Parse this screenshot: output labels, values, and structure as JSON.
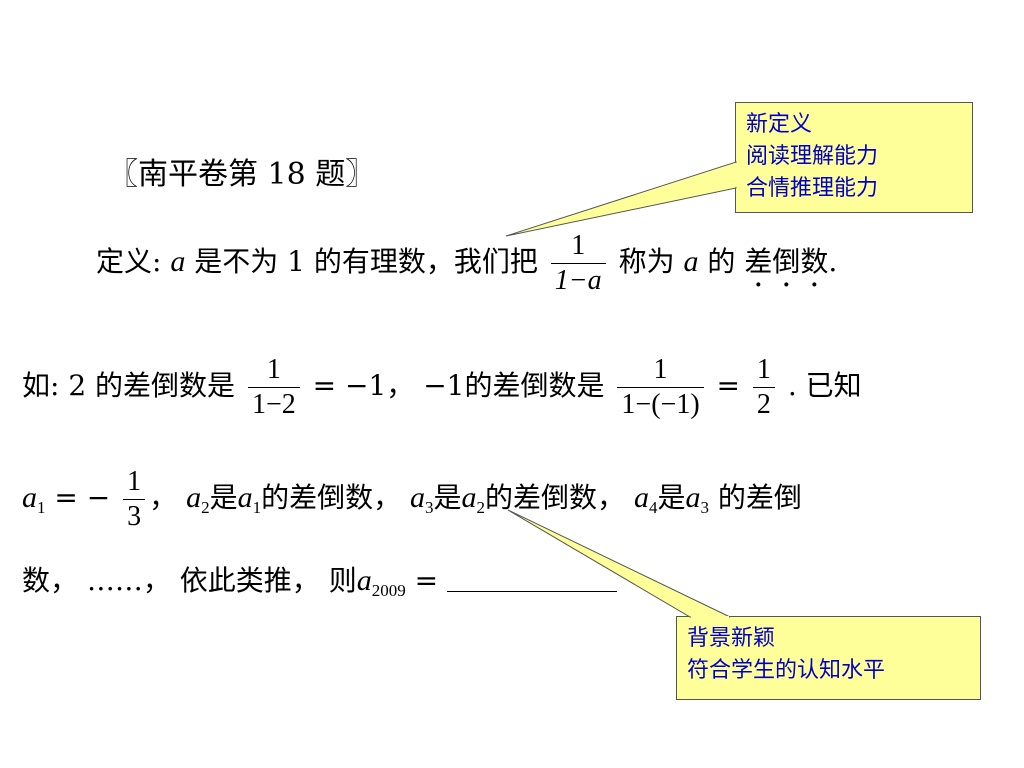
{
  "problem": {
    "title": "〖南平卷第 18 题〗",
    "line1": {
      "p1": "定义:",
      "var_a": "a",
      "p2": "是不为 1 的有理数，我们把",
      "frac_num": "1",
      "frac_den": "1−a",
      "p3": "称为",
      "p4": "的",
      "term": [
        "差",
        "倒",
        "数"
      ],
      "end": "."
    },
    "line2": {
      "p1": "如:  2  的差倒数是",
      "f1_num": "1",
      "f1_den": "1−2",
      "eq1": "= −1，  −1的差倒数是",
      "f2_num": "1",
      "f2_den": "1−(−1)",
      "eq2": "=",
      "f3_num": "1",
      "f3_den": "2",
      "p2": ".  已知"
    },
    "line3": {
      "a": "a",
      "eq": "= −",
      "f_num": "1",
      "f_den": "3",
      "sep": "，",
      "is": "是",
      "of": "的差倒数，",
      "tail": "的差倒"
    },
    "line4": {
      "p1": "数， ……， 依此类推， 则",
      "sub": "2009",
      "eq": "="
    }
  },
  "callouts": {
    "top": [
      "新定义",
      "阅读理解能力",
      "合情推理能力"
    ],
    "bottom": [
      "背景新颖",
      "符合学生的认知水平"
    ]
  },
  "colors": {
    "callout_fill": "#ffff99",
    "callout_text": "#0000cc",
    "callout_border": "#555555"
  }
}
